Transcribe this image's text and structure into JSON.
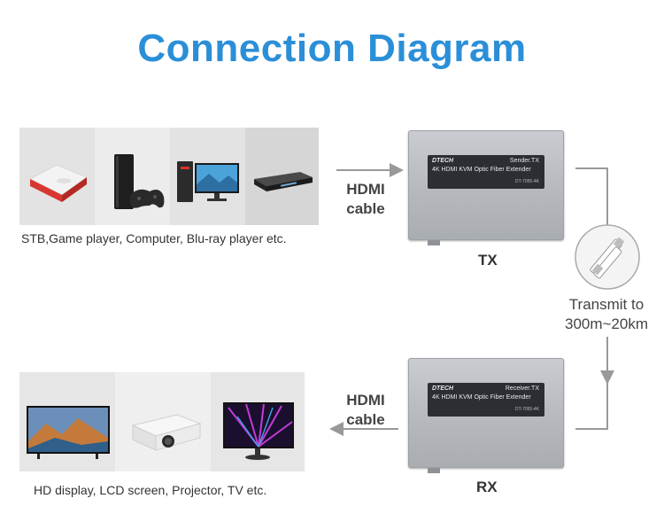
{
  "title": "Connection Diagram",
  "source": {
    "caption": "STB,Game player, Computer, Blu-ray player etc.",
    "tiles": [
      {
        "icon": "set-top-box-icon"
      },
      {
        "icon": "game-console-icon"
      },
      {
        "icon": "computer-icon"
      },
      {
        "icon": "blu-ray-player-icon"
      }
    ]
  },
  "display": {
    "caption": "HD display, LCD screen, Projector, TV etc.",
    "tiles": [
      {
        "icon": "monitor-icon"
      },
      {
        "icon": "projector-icon"
      },
      {
        "icon": "tv-icon"
      }
    ]
  },
  "tx": {
    "label": "TX",
    "brand": "DTECH",
    "role": "Sender.TX",
    "product": "4K HDMI KVM Optic Fiber Extender",
    "model": "DT-7055-4K"
  },
  "rx": {
    "label": "RX",
    "brand": "DTECH",
    "role": "Receiver.TX",
    "product": "4K HDMI KVM Optic Fiber Extender",
    "model": "DT-7055-4K"
  },
  "cable_top": {
    "line1": "HDMI",
    "line2": "cable"
  },
  "cable_bottom": {
    "line1": "HDMI",
    "line2": "cable"
  },
  "transmit": {
    "line1": "Transmit to",
    "line2": "300m~20km"
  },
  "colors": {
    "title": "#2b8fd8",
    "arrow": "#999999",
    "panel": "#e4e4e4",
    "panel_alt": "#ececec"
  }
}
